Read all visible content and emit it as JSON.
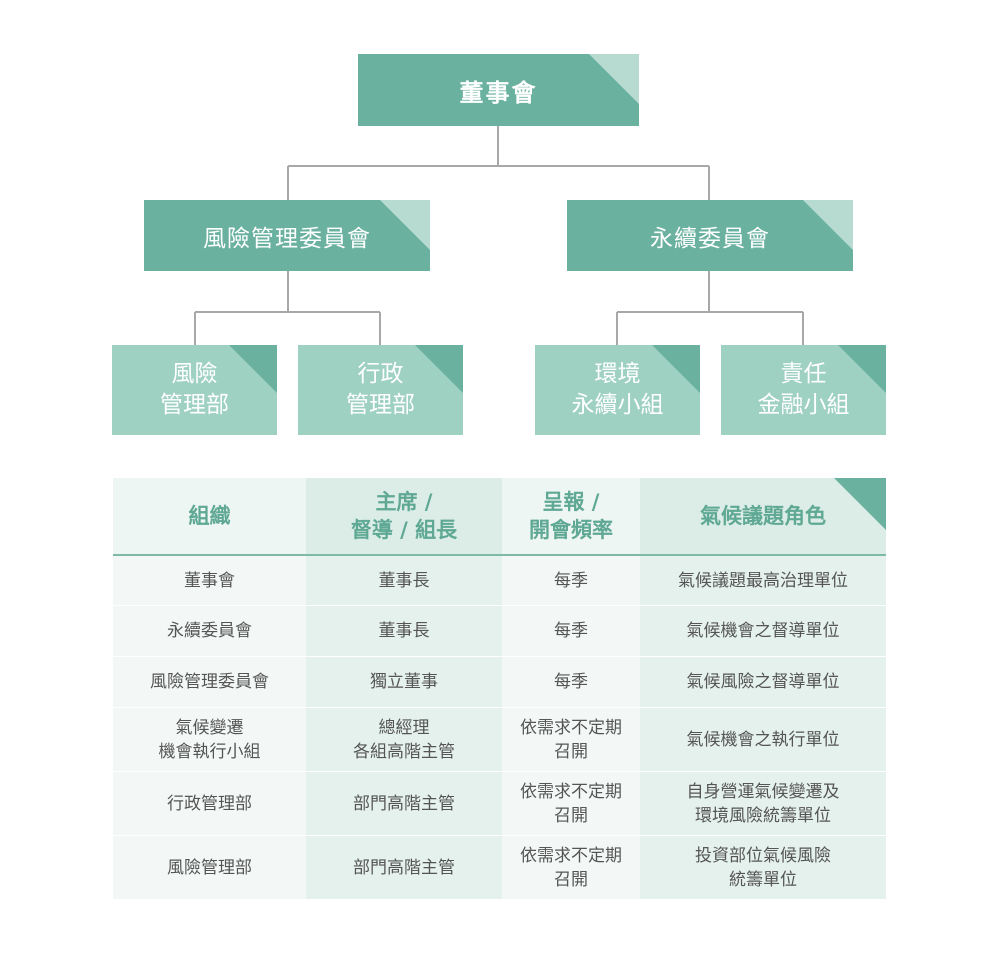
{
  "org_chart": {
    "board": "董事會",
    "committees": [
      {
        "label": "風險管理委員會"
      },
      {
        "label": "永續委員會"
      }
    ],
    "units": [
      {
        "label": "風險\n管理部"
      },
      {
        "label": "行政\n管理部"
      },
      {
        "label": "環境\n永續小組"
      },
      {
        "label": "責任\n金融小組"
      }
    ]
  },
  "table": {
    "headers": [
      "組織",
      "主席 /\n督導 / 組長",
      "呈報 /\n開會頻率",
      "氣候議題角色"
    ],
    "rows": [
      [
        "董事會",
        "董事長",
        "每季",
        "氣候議題最高治理單位"
      ],
      [
        "永續委員會",
        "董事長",
        "每季",
        "氣候機會之督導單位"
      ],
      [
        "風險管理委員會",
        "獨立董事",
        "每季",
        "氣候風險之督導單位"
      ],
      [
        "氣候變遷\n機會執行小組",
        "總經理\n各組高階主管",
        "依需求不定期\n召開",
        "氣候機會之執行單位"
      ],
      [
        "行政管理部",
        "部門高階主管",
        "依需求不定期\n召開",
        "自身營運氣候變遷及\n環境風險統籌單位"
      ],
      [
        "風險管理部",
        "部門高階主管",
        "依需求不定期\n召開",
        "投資部位氣候風險\n統籌單位"
      ]
    ]
  },
  "colors": {
    "dark_box": "#6bb19f",
    "light_box": "#9fd1c3",
    "accent_corner": "#b7dbd1",
    "connector": "#a8a8a8",
    "header_text": "#5fa893"
  }
}
